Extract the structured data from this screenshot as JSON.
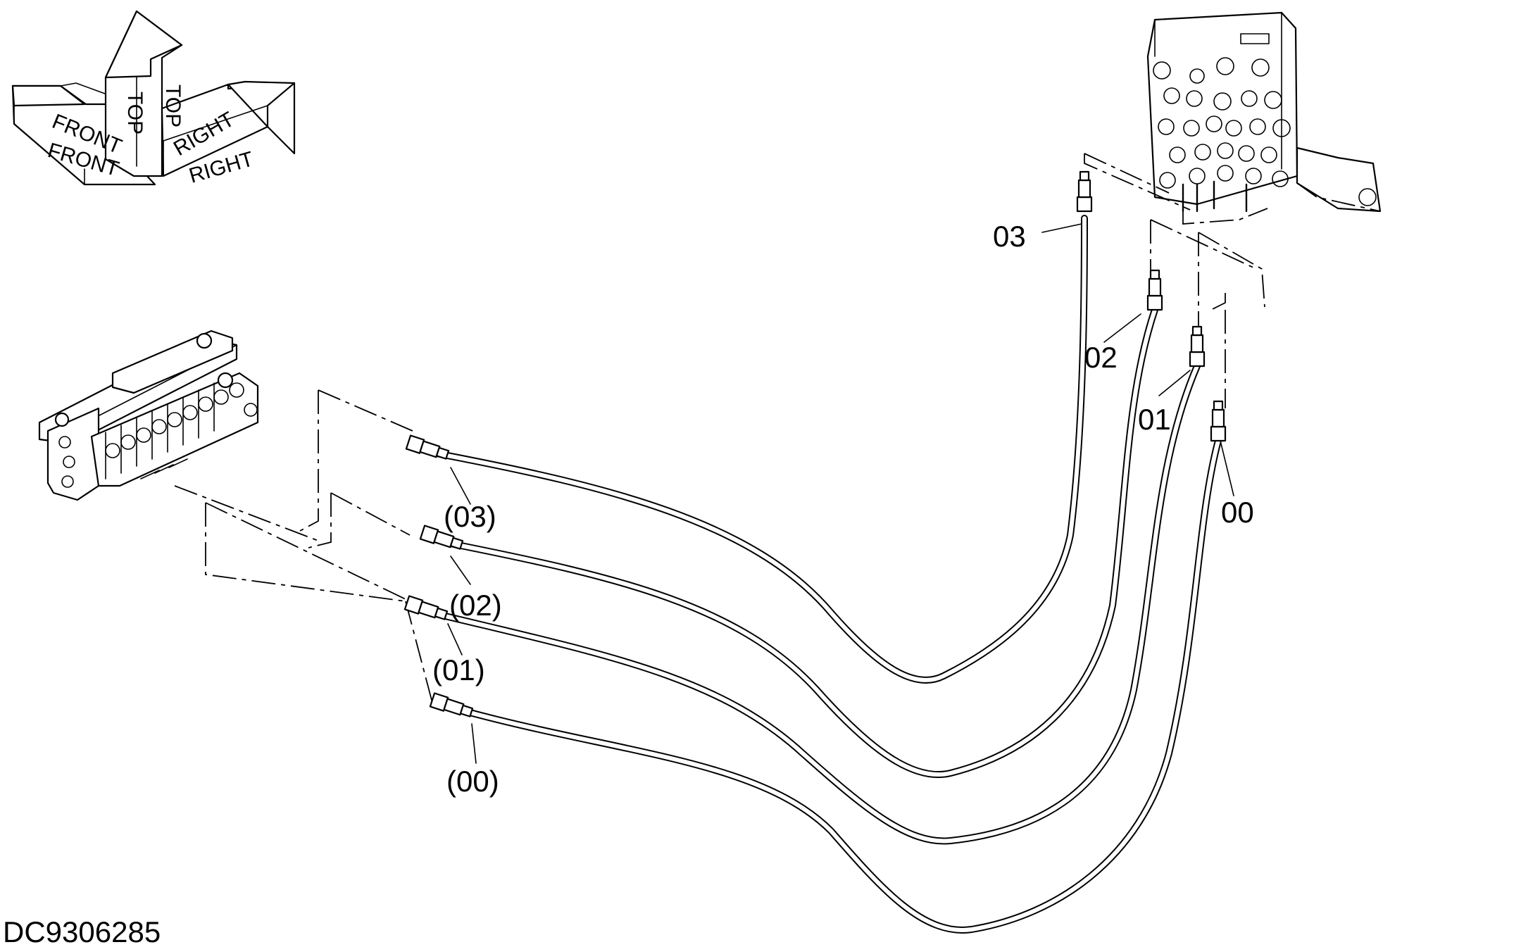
{
  "document_id": "DC9306285",
  "orientation": {
    "front": "FRONT",
    "top": "TOP",
    "right": "RIGHT"
  },
  "callouts": {
    "hose_03_top": "03",
    "hose_02_top": "02",
    "hose_01_top": "01",
    "hose_00_top": "00",
    "hose_03_bottom": "(03)",
    "hose_02_bottom": "(02)",
    "hose_01_bottom": "(01)",
    "hose_00_bottom": "(00)"
  }
}
